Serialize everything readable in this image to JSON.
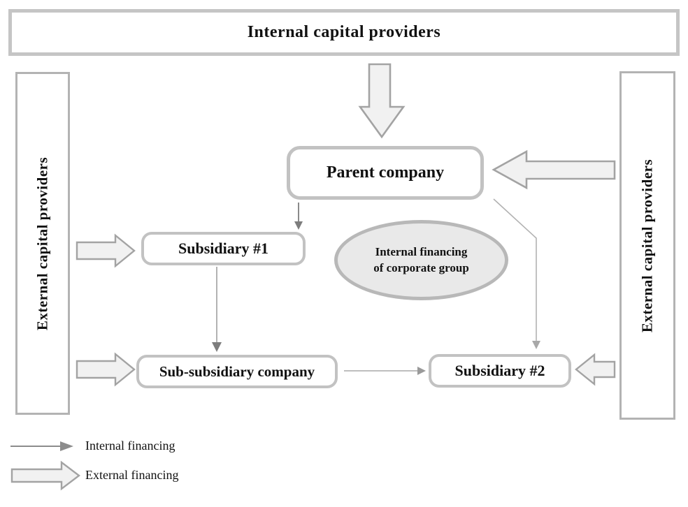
{
  "diagram": {
    "top_banner": {
      "label": "Internal capital providers"
    },
    "left_panel": {
      "label": "External capital providers"
    },
    "right_panel": {
      "label": "External capital providers"
    },
    "nodes": {
      "parent": {
        "label": "Parent company"
      },
      "subsidiary1": {
        "label": "Subsidiary #1"
      },
      "sub_subsidiary": {
        "label": "Sub-subsidiary company"
      },
      "subsidiary2": {
        "label": "Subsidiary #2"
      },
      "ellipse": {
        "line1": "Internal financing",
        "line2": "of corporate group"
      }
    },
    "legend": {
      "internal": {
        "label": "Internal financing"
      },
      "external": {
        "label": "External financing"
      }
    },
    "colors": {
      "node_border": "#c2c2c2",
      "panel_border": "#b3b3b3",
      "hollow_arrow_fill": "#f1f1f1",
      "hollow_arrow_stroke": "#a3a3a3",
      "thin_arrow_light": "#aaaaaa",
      "thin_arrow_dark": "#7d7d7d",
      "ellipse_fill": "#e9e9e9",
      "ellipse_border": "#b8b8b8",
      "text": "#111111",
      "background": "#ffffff"
    }
  }
}
